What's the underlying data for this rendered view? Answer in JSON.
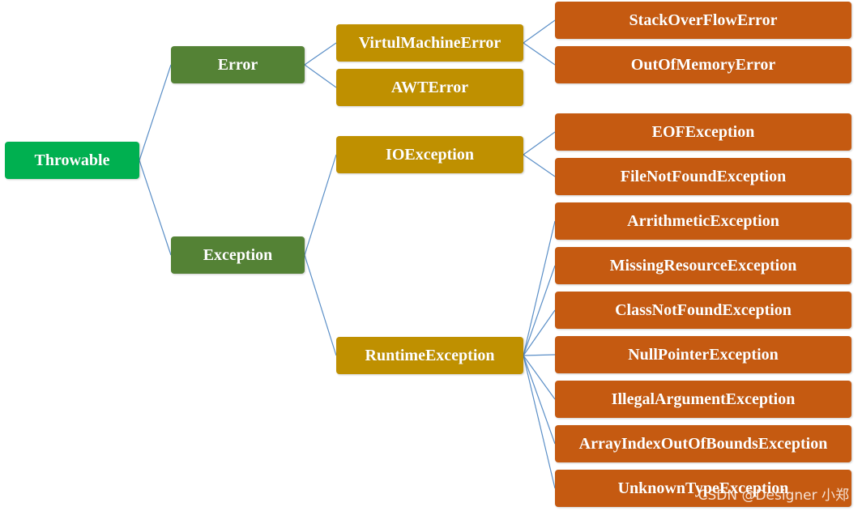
{
  "diagram": {
    "colors": {
      "root": "#00b050",
      "level1": "#548235",
      "level2": "#bf9000",
      "level3": "#c55a11",
      "connector": "#5b8fc7"
    },
    "root": "Throwable",
    "level1": {
      "error": "Error",
      "exception": "Exception"
    },
    "level2": {
      "virtual_machine_error": "VirtulMachineError",
      "awt_error": "AWTError",
      "io_exception": "IOException",
      "runtime_exception": "RuntimeException"
    },
    "level3": {
      "stack_overflow": "StackOverFlowError",
      "out_of_memory": "OutOfMemoryError",
      "eof": "EOFException",
      "file_not_found": "FileNotFoundException",
      "arrithmetic": "ArrithmeticException",
      "missing_resource": "MissingResourceException",
      "class_not_found": "ClassNotFoundException",
      "null_pointer": "NullPointerException",
      "illegal_argument": "IllegalArgumentException",
      "array_index_out_of_bounds": "ArrayIndexOutOfBoundsException",
      "unknown_type": "UnknownTypeException"
    }
  },
  "watermark": "CSDN @Designer 小郑"
}
